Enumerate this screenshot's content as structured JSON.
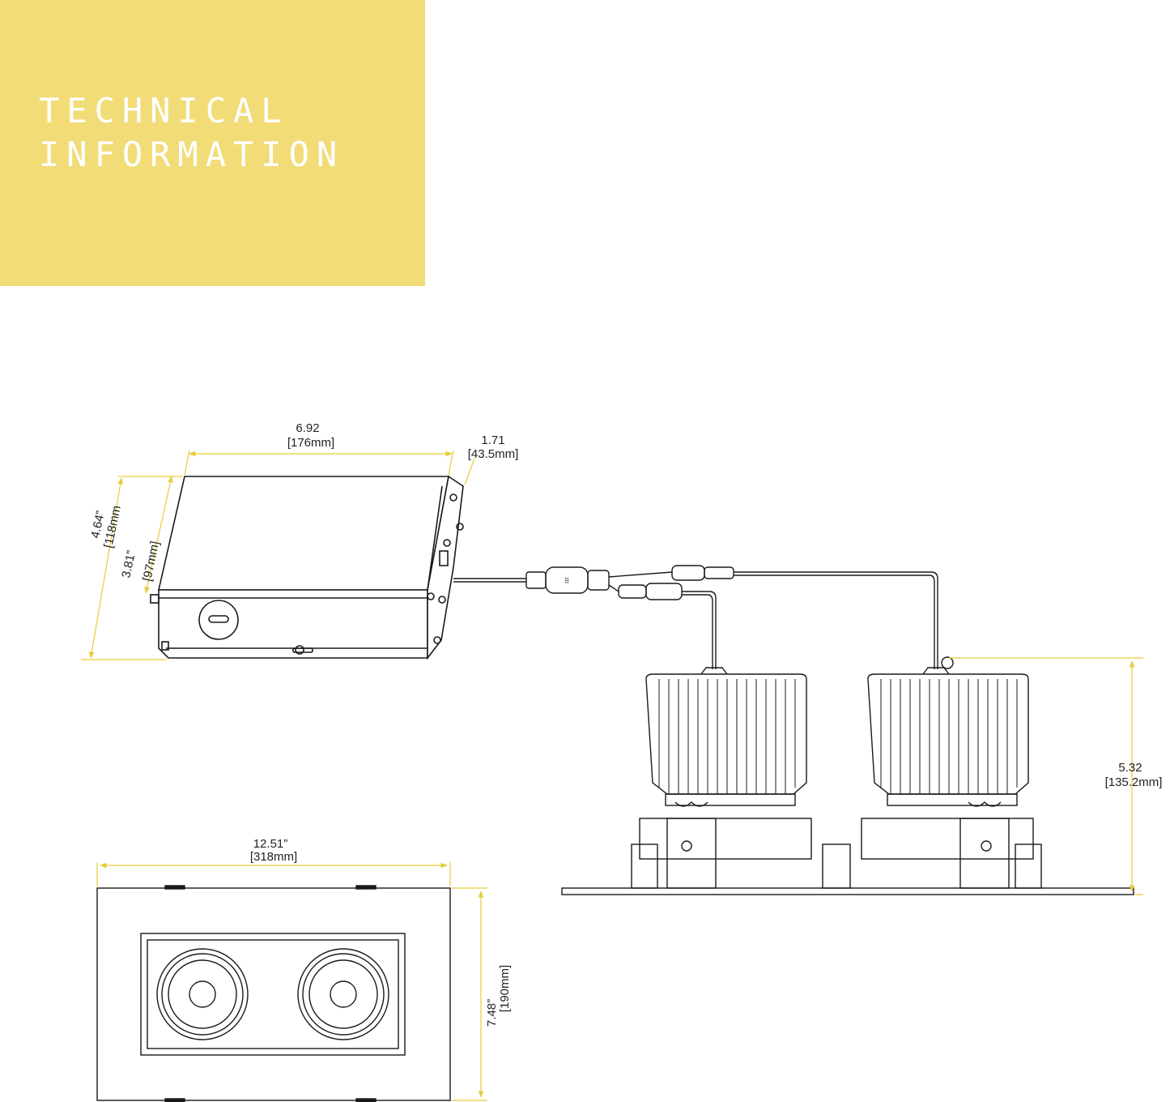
{
  "header": {
    "line1": "TECHNICAL",
    "line2": "INFORMATION",
    "bg_color": "#f2dc78",
    "text_color": "#ffffff"
  },
  "colors": {
    "dimension_line": "#e6cc3a",
    "drawing_line": "#1a1a1a"
  },
  "driver_box": {
    "width_in": "6.92",
    "width_mm": "[176mm]",
    "depth_in": "1.71",
    "depth_mm": "[43.5mm]",
    "height_in": "4.64”",
    "height_mm": "[118mm",
    "inner_in": "3.81”",
    "inner_mm": "[97mm]"
  },
  "fixture_side": {
    "height_in": "5.32",
    "height_mm": "[135.2mm]"
  },
  "fixture_top": {
    "width_in": "12.51”",
    "width_mm": "[318mm]",
    "height_in": "7.48”",
    "height_mm": "[190mm]"
  }
}
